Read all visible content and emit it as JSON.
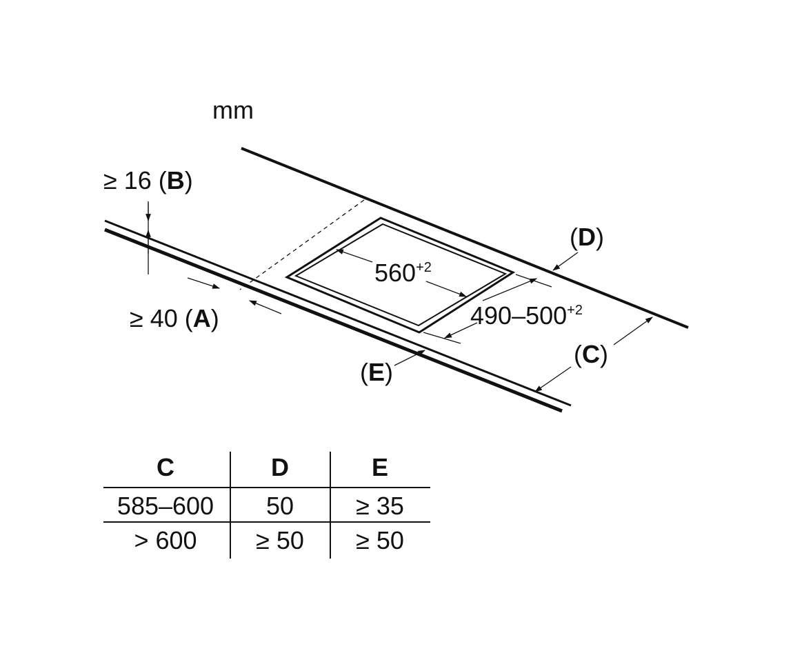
{
  "unit": "mm",
  "labels": {
    "b_prefix": "≥ 16 (",
    "b_letter": "B",
    "b_suffix": ")",
    "a_prefix": "≥ 40 (",
    "a_letter": "A",
    "a_suffix": ")",
    "d_open": "(",
    "d_letter": "D",
    "d_close": ")",
    "c_open": "(",
    "c_letter": "C",
    "c_close": ")",
    "e_open": "(",
    "e_letter": "E",
    "e_close": ")",
    "width_value": "560",
    "width_tol": "+2",
    "depth_value": "490–500",
    "depth_tol": "+2"
  },
  "table": {
    "headers": [
      "C",
      "D",
      "E"
    ],
    "rows": [
      [
        "585–600",
        "50",
        "≥ 35"
      ],
      [
        "> 600",
        "≥ 50",
        "≥ 50"
      ]
    ]
  }
}
